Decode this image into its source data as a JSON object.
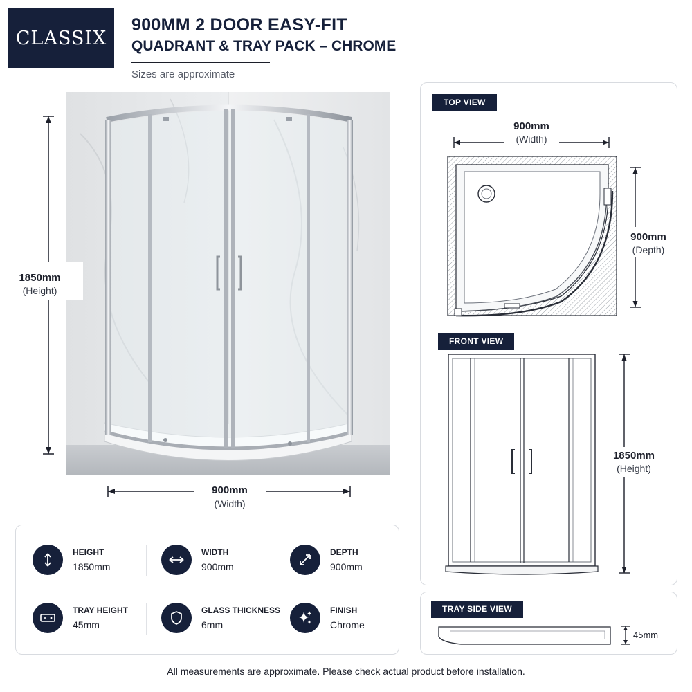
{
  "brand": {
    "logo_text": "CLASSIX"
  },
  "header": {
    "title_line1": "900MM 2 DOOR EASY-FIT",
    "title_line2": "QUADRANT & TRAY PACK – CHROME",
    "subtitle": "Sizes are approximate"
  },
  "photo_dimensions": {
    "height_value": "1850mm",
    "height_label": "(Height)",
    "width_value": "900mm",
    "width_label": "(Width)"
  },
  "specs": [
    {
      "label": "HEIGHT",
      "value": "1850mm",
      "icon": "height-arrows-icon"
    },
    {
      "label": "WIDTH",
      "value": "900mm",
      "icon": "width-arrows-icon"
    },
    {
      "label": "DEPTH",
      "value": "900mm",
      "icon": "diagonal-arrows-icon"
    },
    {
      "label": "TRAY HEIGHT",
      "value": "45mm",
      "icon": "tray-icon"
    },
    {
      "label": "GLASS THICKNESS",
      "value": "6mm",
      "icon": "shield-icon"
    },
    {
      "label": "FINISH",
      "value": "Chrome",
      "icon": "sparkle-icon"
    }
  ],
  "top_view": {
    "tag": "TOP VIEW",
    "width_value": "900mm",
    "width_label": "(Width)",
    "depth_value": "900mm",
    "depth_label": "(Depth)"
  },
  "front_view": {
    "tag": "FRONT VIEW",
    "height_value": "1850mm",
    "height_label": "(Height)"
  },
  "tray_side_view": {
    "tag": "TRAY SIDE VIEW",
    "height_value": "45mm"
  },
  "footer": {
    "note": "All measurements are approximate. Please check actual product before installation."
  },
  "colors": {
    "navy": "#16203a",
    "chrome": "#b9bec6",
    "text": "#1c1f2a"
  }
}
